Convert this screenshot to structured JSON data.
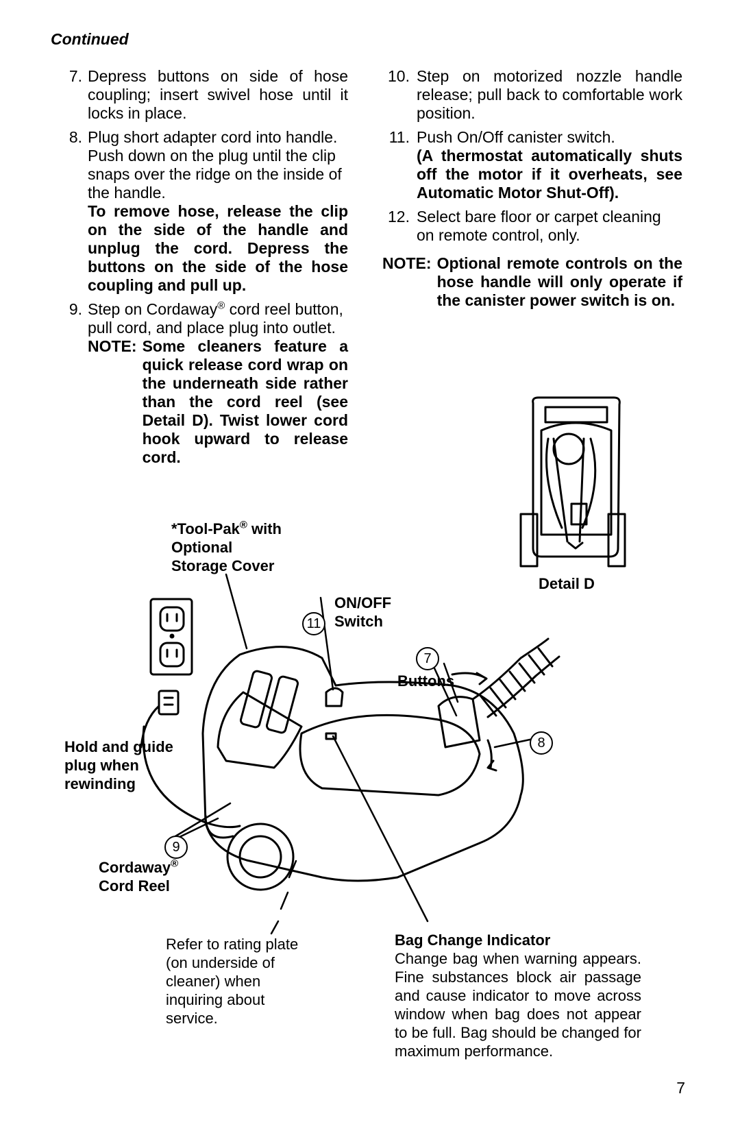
{
  "header": {
    "continued": "Continued"
  },
  "left_column": {
    "item7": {
      "num": "7.",
      "text": "Depress buttons on side of hose coupling; insert swivel hose until it locks in place."
    },
    "item8": {
      "num": "8.",
      "text": "Plug short adapter cord into handle. Push down on the plug until the clip snaps over the ridge on the inside of the handle.",
      "bold": "To remove hose, release the clip on the side of the handle and unplug the cord. Depress the buttons on the side of the hose coupling and pull up."
    },
    "item9": {
      "num": "9.",
      "text_a": "Step on Cordaway",
      "reg": "®",
      "text_b": " cord reel button, pull cord, and place plug into outlet.",
      "note_label": "NOTE:",
      "note_text": "Some cleaners feature a quick release cord wrap on the underneath side rather than the cord reel (see Detail D). Twist lower cord hook upward to release cord."
    }
  },
  "right_column": {
    "item10": {
      "num": "10.",
      "text": "Step on motorized nozzle handle release; pull back to comfortable work position."
    },
    "item11": {
      "num": "11.",
      "text": "Push On/Off canister switch.",
      "bold": "(A thermostat automatically shuts off the motor if it overheats, see Automatic Motor Shut-Off)."
    },
    "item12": {
      "num": "12.",
      "text": "Select bare floor or carpet cleaning on remote control, only."
    },
    "note": {
      "label": "NOTE:",
      "text": "Optional remote controls on the hose handle will only operate if the canister power switch is on."
    }
  },
  "figure": {
    "tool_pak": {
      "line1_a": "*Tool-Pak",
      "reg": "®",
      "line1_b": " with",
      "line2": "Optional",
      "line3": "Storage Cover"
    },
    "on_off": {
      "line1": "ON/OFF",
      "line2": "Switch",
      "num": "11"
    },
    "buttons": {
      "label": "Buttons",
      "num": "7"
    },
    "plug_num": "8",
    "detail_d": "Detail D",
    "hold_guide": {
      "line1": "Hold and guide",
      "line2": "plug when",
      "line3": "rewinding"
    },
    "cordaway": {
      "num": "9",
      "line1_a": "Cordaway",
      "reg": "®",
      "line2": "Cord Reel"
    },
    "rating_plate": "Refer to rating plate (on underside of cleaner) when inquiring about service.",
    "bag_change": {
      "title": "Bag Change Indicator",
      "text": "Change bag when warning appears. Fine substances block air passage and cause indicator to move across window when bag does not appear to be full. Bag should be changed for maximum performance."
    }
  },
  "footer": {
    "page_number": "7"
  }
}
